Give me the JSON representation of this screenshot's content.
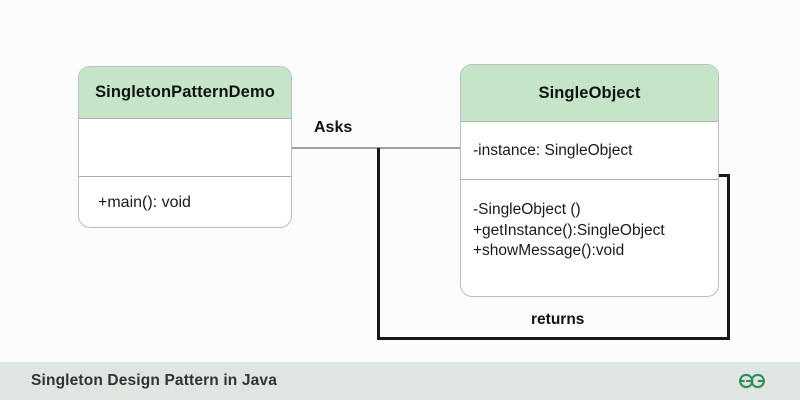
{
  "diagram": {
    "type": "uml-class-diagram",
    "title": "Singleton Design Pattern in Java",
    "classes": [
      {
        "id": "demo",
        "name": "SingletonPatternDemo",
        "attributes": [],
        "operations": [
          "+main(): void"
        ]
      },
      {
        "id": "single",
        "name": "SingleObject",
        "attributes": [
          "-instance: SingleObject"
        ],
        "operations": [
          "-SingleObject ()",
          "+getInstance():SingleObject",
          "+showMessage():void"
        ]
      }
    ],
    "connectors": [
      {
        "id": "asks",
        "label": "Asks",
        "from": "demo",
        "to": "single"
      },
      {
        "id": "returns",
        "label": "returns",
        "from": "single",
        "to": "demo"
      }
    ]
  },
  "footer": {
    "caption": "Singleton Design Pattern in Java",
    "logo_alt": "geeksforgeeks-logo"
  },
  "colors": {
    "header_fill": "#c6e5c8",
    "box_border": "#b9bcc0",
    "connector_thin": "#9aa0a6",
    "connector_thick": "#16181b",
    "footer_bg": "#dfe5e0",
    "logo_green": "#2f8d5b",
    "page_bg": "#fcfcfd"
  }
}
